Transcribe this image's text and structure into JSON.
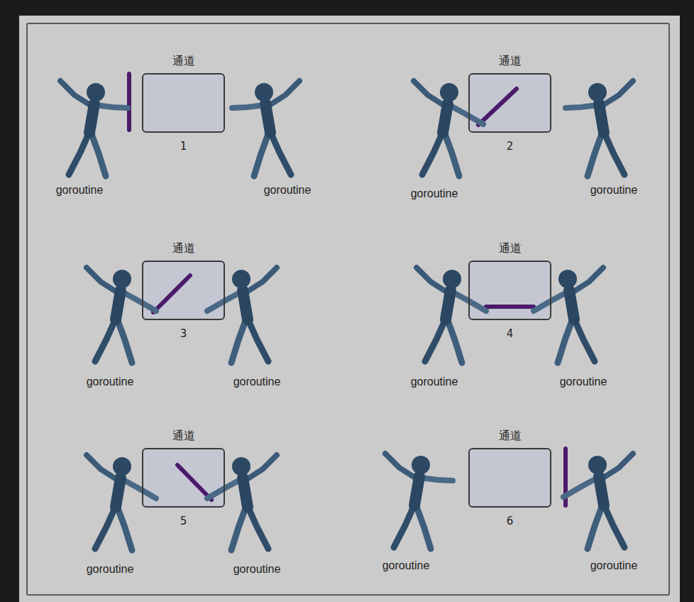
{
  "diagram": {
    "nodes": [
      {
        "text": [
          "通道",
          "1"
        ]
      },
      {
        "text": [
          "通道",
          "2"
        ]
      },
      {
        "text": [
          "通道",
          "3"
        ]
      },
      {
        "text": [
          "通道",
          "4"
        ]
      },
      {
        "text": [
          "通道",
          "5"
        ]
      },
      {
        "text": [
          "通道",
          "6"
        ]
      }
    ],
    "labels": [
      "goroutine",
      "goroutine",
      "goroutine",
      "goroutine",
      "goroutine",
      "goroutine",
      "goroutine",
      "goroutine",
      "goroutine",
      "goroutine",
      "goroutine",
      "goroutine"
    ]
  }
}
